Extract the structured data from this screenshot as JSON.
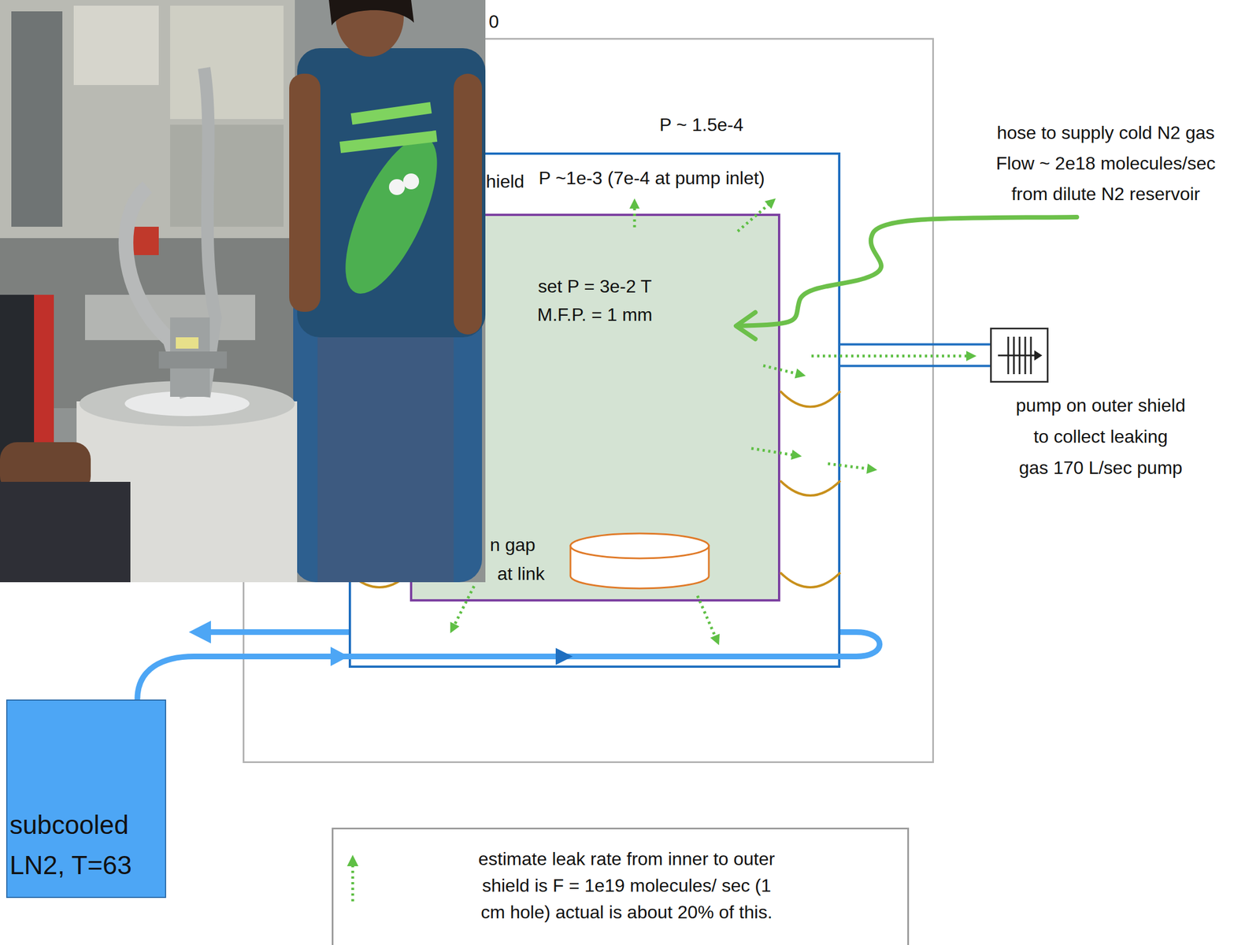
{
  "diagram": {
    "nodes": [
      {
        "text": [
          "0",
          "P ~ 1.5e-4"
        ]
      },
      {
        "text": [
          "hield",
          "P ~1e-3 (7e-4 at pump inlet)"
        ],
        "in": 0
      },
      {
        "text": [
          "set P = 3e-2 T",
          "M.F.P. = 1 mm"
        ],
        "in": 1
      },
      {
        "text": [
          "pump on outer shield to collect leaking gas 170 L/sec pump"
        ]
      },
      {
        "text": [
          "subcooled LN2, T=63"
        ]
      }
    ],
    "edges": [
      {
        "from": 4,
        "to": 1,
        "arrow": "to"
      },
      {
        "from": 1,
        "to": 3,
        "arrow": "none"
      }
    ],
    "labels": [
      "hose to supply cold N2 gas Flow ~ 2e18 molecules/sec from dilute N2 reservoir",
      "n gap",
      "at link"
    ],
    "legend": [
      {
        "text": "estimate leak rate from inner to outer shield is F = 1e19 molecules/ sec (1 cm hole) actual is about 20% of this."
      }
    ]
  }
}
